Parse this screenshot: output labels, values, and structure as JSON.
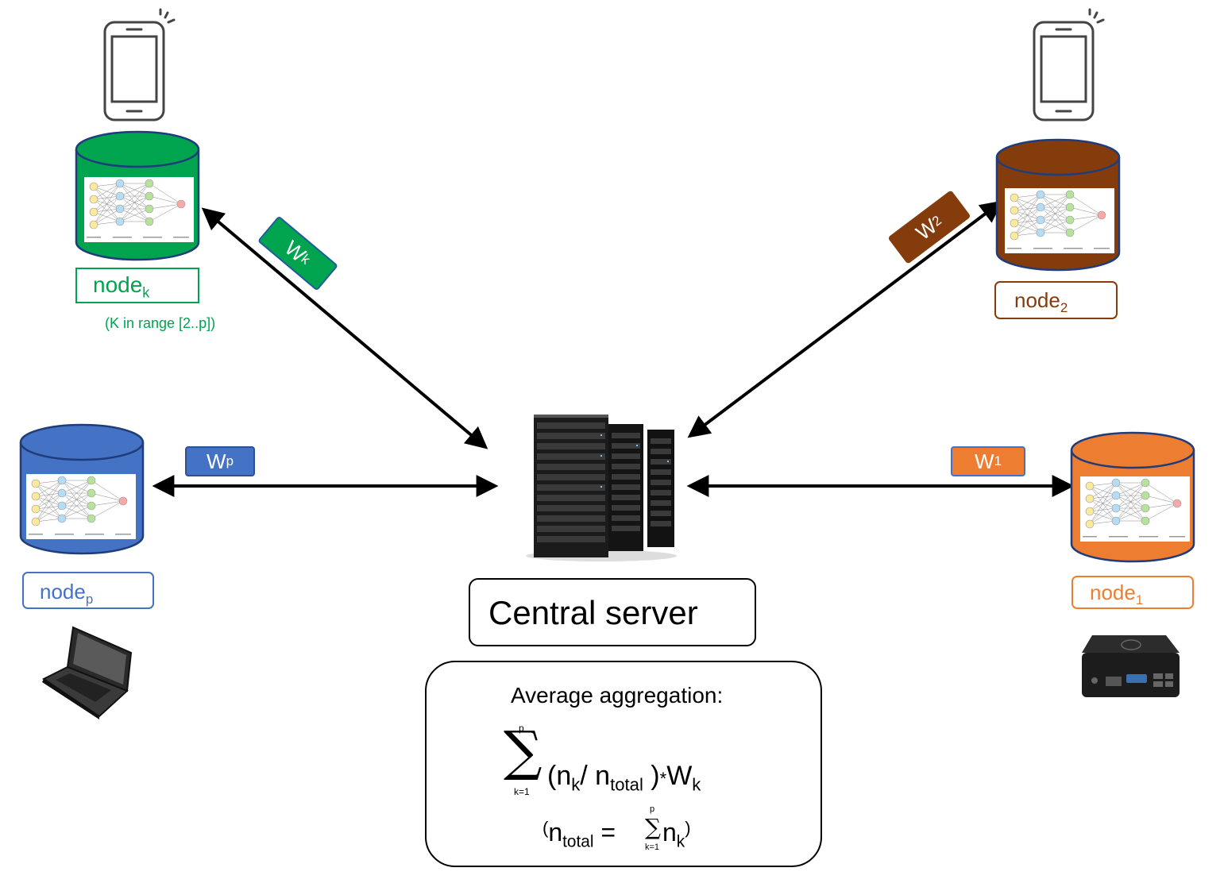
{
  "nodes": {
    "k": {
      "name": "node",
      "sub": "k",
      "note": "(K in range [2..p])",
      "color": "#00a44f",
      "weight": "W",
      "weight_sub": "k"
    },
    "two": {
      "name": "node",
      "sub": "2",
      "color": "#843c0c",
      "weight": "W",
      "weight_sub": "2"
    },
    "p": {
      "name": "node",
      "sub": "p",
      "color": "#4472c4",
      "weight": "W",
      "weight_sub": "p"
    },
    "one": {
      "name": "node",
      "sub": "1",
      "color": "#ed7d31",
      "weight": "W",
      "weight_sub": "1"
    }
  },
  "server": {
    "label": "Central server"
  },
  "formula": {
    "title": "Average aggregation:",
    "sum_top": "p",
    "sum_bottom": "k=1",
    "open": "(n",
    "nk_sub": "k",
    "slash": "/ n",
    "total_sub": "total",
    "close": " )",
    "star": "*",
    "w": "W",
    "w_sub": "k",
    "line2_open": "(",
    "line2_n": "n",
    "line2_total": "total",
    "line2_eq": " = ",
    "line2_sum_top": "p",
    "line2_sum_bottom": "k=1",
    "line2_nk": " n",
    "line2_k": "k",
    "line2_close": ")"
  },
  "icons": [
    "smartphone-icon",
    "server-rack-icon",
    "laptop-icon",
    "mini-pc-icon",
    "neural-network-icon",
    "database-icon"
  ]
}
